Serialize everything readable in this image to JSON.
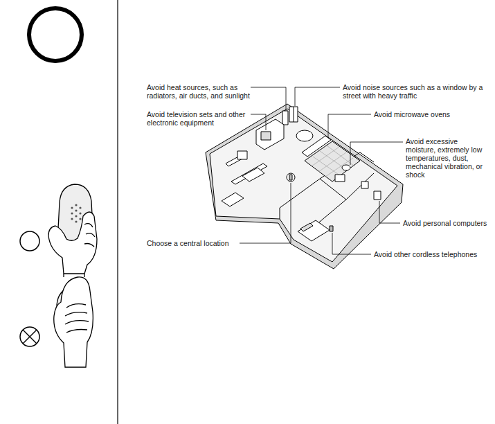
{
  "diagram": {
    "labels": [
      "Avoid heat sources, such as radiators, air ducts, and sunlight",
      "Avoid noise sources such as a window by a street with heavy traffic",
      "Avoid television sets and other electronic equipment",
      "Avoid microwave ovens",
      "Avoid excessive moisture, extremely low temperatures, dust, mechanical vibration, or shock",
      "Avoid personal computers",
      "Choose a central location",
      "Avoid other cordless telephones"
    ]
  }
}
